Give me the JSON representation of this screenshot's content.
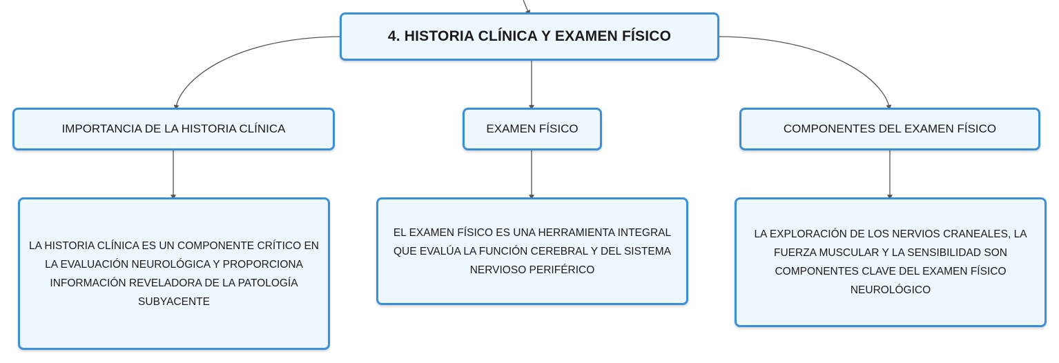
{
  "colors": {
    "node_fill": "#eef7fd",
    "node_border": "#3a8fd6",
    "connector": "#555555",
    "text": "#1a1a1a"
  },
  "root": {
    "label": "4. HISTORIA CLÍNICA Y EXAMEN FÍSICO"
  },
  "branches": [
    {
      "label": "IMPORTANCIA DE LA HISTORIA CLÍNICA",
      "detail": "LA HISTORIA CLÍNICA ES UN COMPONENTE CRÍTICO EN LA EVALUACIÓN NEUROLÓGICA Y PROPORCIONA INFORMACIÓN REVELADORA DE LA PATOLOGÍA SUBYACENTE"
    },
    {
      "label": "EXAMEN FÍSICO",
      "detail": "EL EXAMEN FÍSICO ES UNA HERRAMIENTA INTEGRAL QUE EVALÚA LA FUNCIÓN CEREBRAL Y DEL SISTEMA NERVIOSO PERIFÉRICO"
    },
    {
      "label": "COMPONENTES DEL EXAMEN FÍSICO",
      "detail": "LA EXPLORACIÓN DE LOS NERVIOS CRANEALES, LA FUERZA MUSCULAR Y LA SENSIBILIDAD SON COMPONENTES CLAVE DEL EXAMEN FÍSICO NEUROLÓGICO"
    }
  ]
}
